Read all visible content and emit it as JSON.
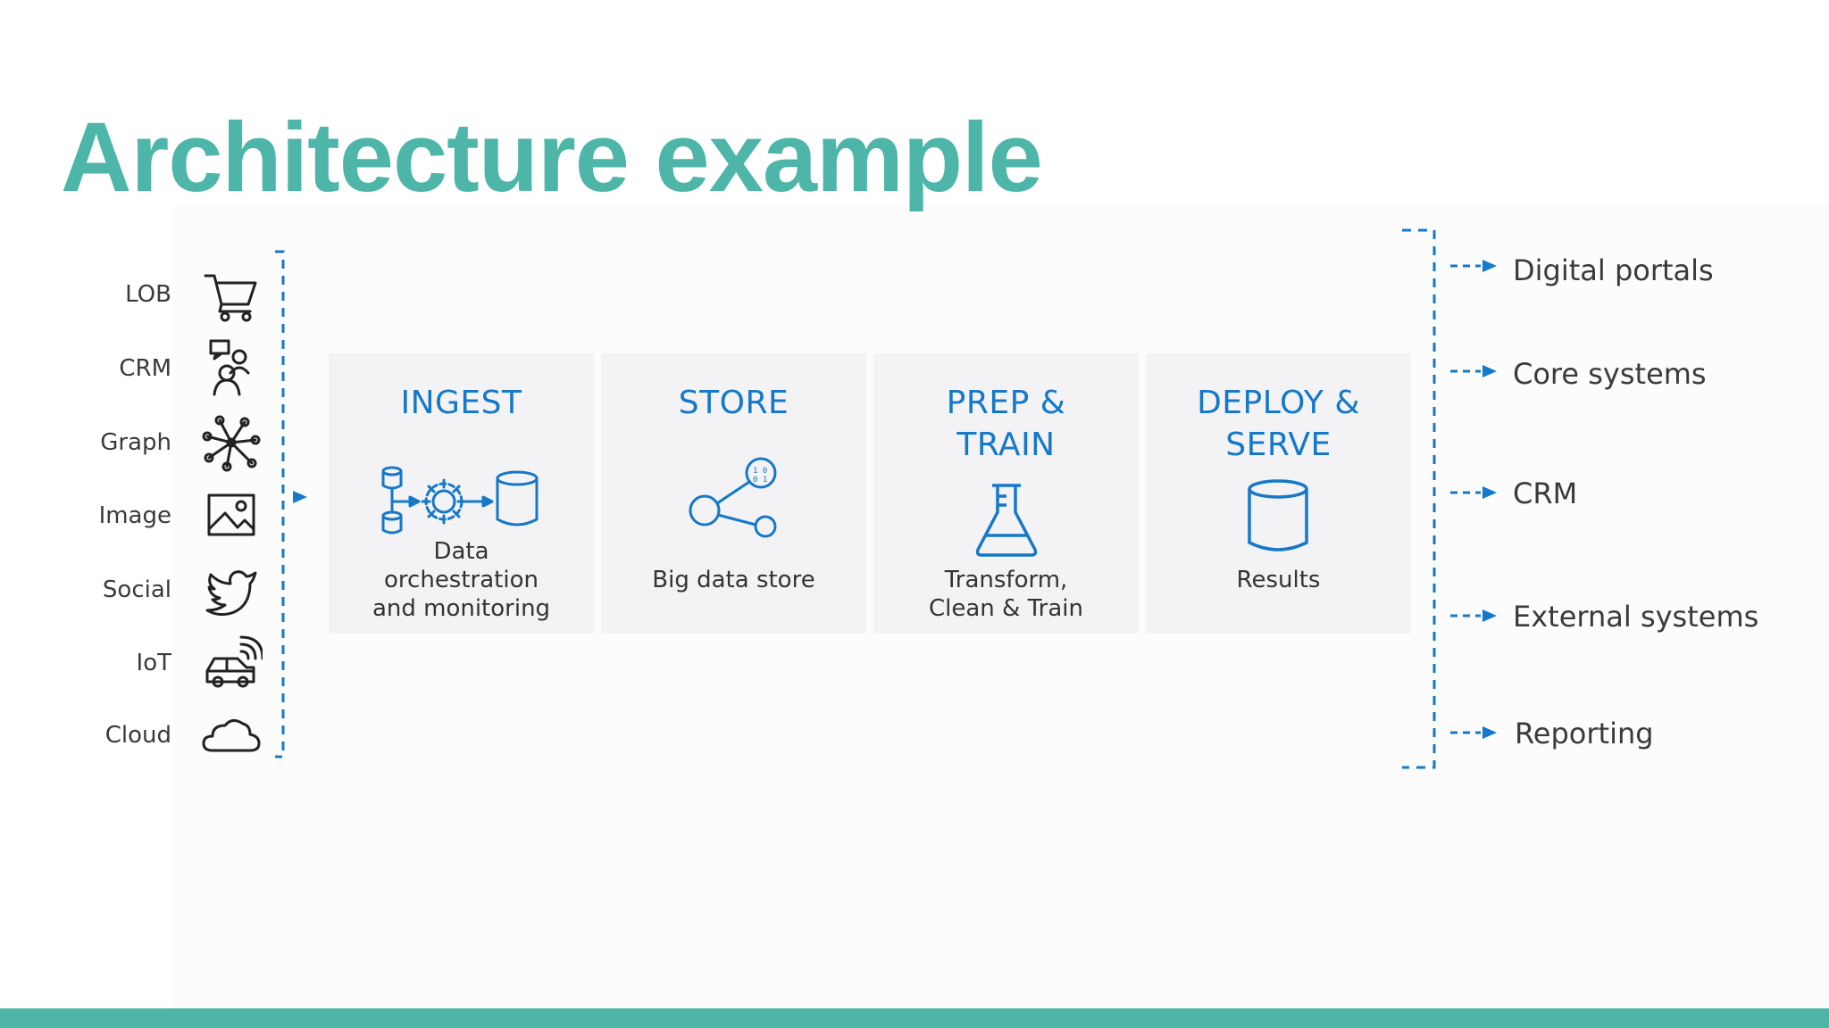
{
  "slide": {
    "title": "Architecture example",
    "colors": {
      "title": "#4db6a9",
      "accent_blue": "#1578c8",
      "footer": "#4db6a9",
      "stage_bg": "#f3f3f5"
    }
  },
  "sources": [
    {
      "label": "LOB",
      "icon": "shopping-cart-icon"
    },
    {
      "label": "CRM",
      "icon": "people-chat-icon"
    },
    {
      "label": "Graph",
      "icon": "graph-network-icon"
    },
    {
      "label": "Image",
      "icon": "image-icon"
    },
    {
      "label": "Social",
      "icon": "twitter-bird-icon"
    },
    {
      "label": "IoT",
      "icon": "connected-car-icon"
    },
    {
      "label": "Cloud",
      "icon": "cloud-icon"
    }
  ],
  "stages": [
    {
      "title_lines": [
        "INGEST"
      ],
      "icon": "data-pipeline-icon",
      "caption_lines": [
        "Data",
        "orchestration",
        "and monitoring"
      ]
    },
    {
      "title_lines": [
        "STORE"
      ],
      "icon": "share-network-icon",
      "caption_lines": [
        "Big data store"
      ]
    },
    {
      "title_lines": [
        "PREP &",
        "TRAIN"
      ],
      "icon": "flask-icon",
      "caption_lines": [
        "Transform,",
        "Clean & Train"
      ]
    },
    {
      "title_lines": [
        "DEPLOY &",
        "SERVE"
      ],
      "icon": "database-cylinder-icon",
      "caption_lines": [
        "Results"
      ]
    }
  ],
  "destinations": [
    {
      "label": "Digital portals"
    },
    {
      "label": "Core systems"
    },
    {
      "label": "CRM"
    },
    {
      "label": "External systems"
    },
    {
      "label": "Reporting"
    }
  ]
}
